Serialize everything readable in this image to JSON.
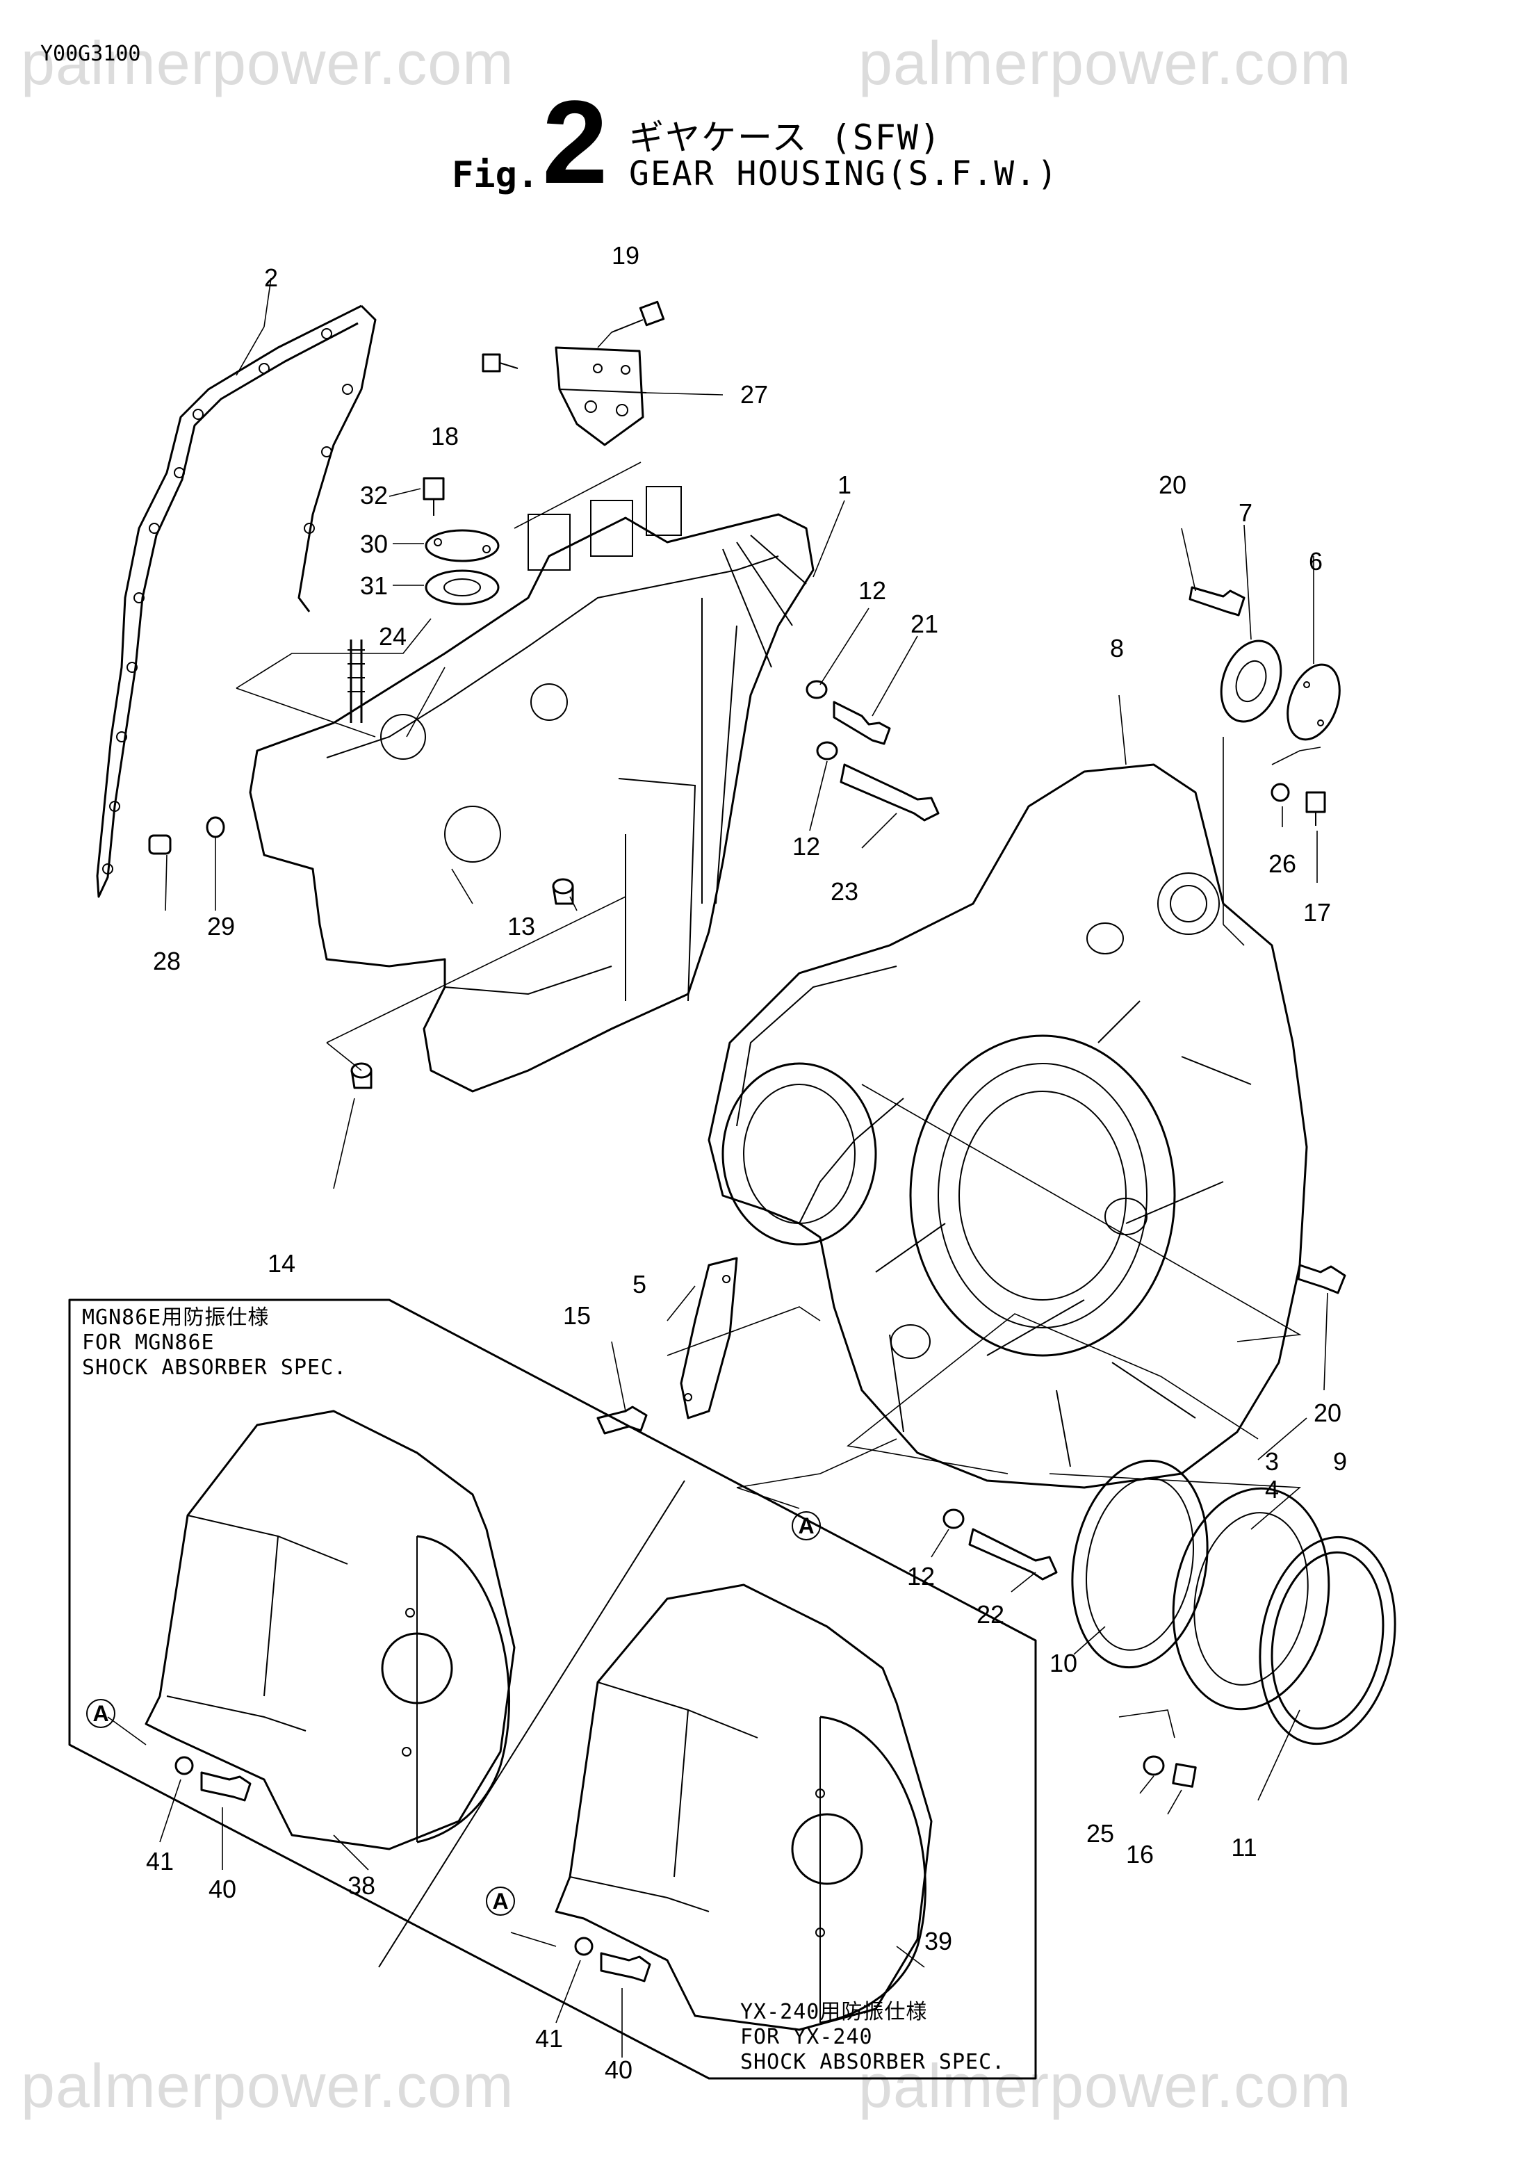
{
  "header": {
    "catalog_code": "Y00G3100",
    "watermark": "palmerpower.com",
    "fig_prefix": "Fig.",
    "fig_number": "2",
    "title_jp": "ギヤケース (SFW)",
    "title_en": "GEAR HOUSING(S.F.W.)"
  },
  "insets": {
    "mgn86e": {
      "line1": "MGN86E用防振仕様",
      "line2": "FOR MGN86E",
      "line3": "SHOCK ABSORBER SPEC."
    },
    "yx240": {
      "line1": "YX-240用防振仕様",
      "line2": "FOR YX-240",
      "line3": "SHOCK ABSORBER SPEC."
    }
  },
  "ref_mark": "A",
  "callouts": [
    "1",
    "2",
    "3",
    "4",
    "5",
    "6",
    "7",
    "8",
    "9",
    "10",
    "11",
    "12",
    "13",
    "14",
    "15",
    "16",
    "17",
    "18",
    "19",
    "20",
    "21",
    "22",
    "23",
    "24",
    "25",
    "26",
    "27",
    "28",
    "29",
    "30",
    "31",
    "32",
    "38",
    "39",
    "40",
    "41"
  ]
}
